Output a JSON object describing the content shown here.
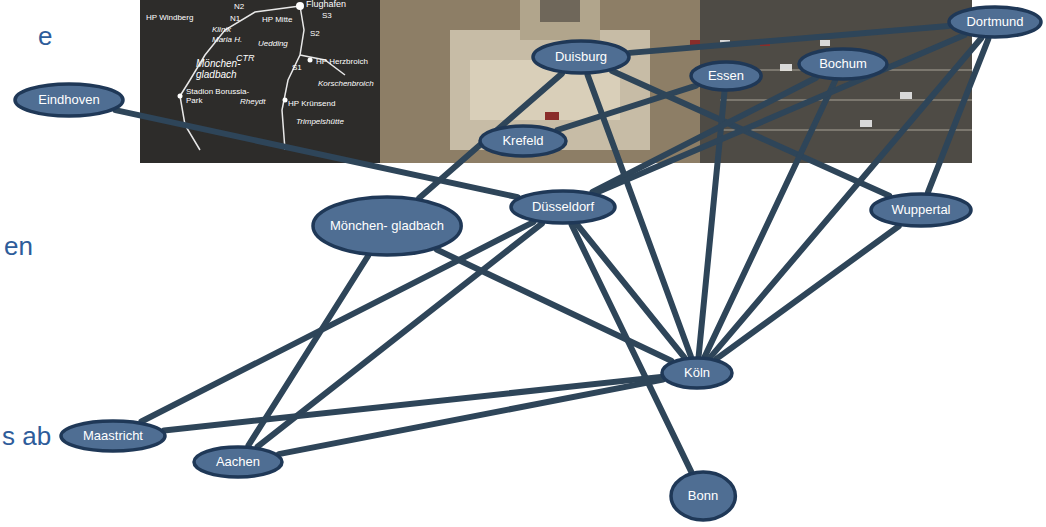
{
  "diagram": {
    "nodes": [
      {
        "text": [
          "Eindhoven"
        ]
      },
      {
        "text": [
          "Duisburg"
        ]
      },
      {
        "text": [
          "Dortmund"
        ]
      },
      {
        "text": [
          "Essen"
        ]
      },
      {
        "text": [
          "Bochum"
        ]
      },
      {
        "text": [
          "Krefeld"
        ]
      },
      {
        "text": [
          "Mönchen- gladbach"
        ]
      },
      {
        "text": [
          "Düsseldorf"
        ]
      },
      {
        "text": [
          "Wuppertal"
        ]
      },
      {
        "text": [
          "Köln"
        ]
      },
      {
        "text": [
          "Maastricht"
        ]
      },
      {
        "text": [
          "Aachen"
        ]
      },
      {
        "text": [
          "Bonn"
        ]
      }
    ],
    "edges": [
      {
        "from": 0,
        "to": 7,
        "arrow": "none"
      },
      {
        "from": 1,
        "to": 2,
        "arrow": "none"
      },
      {
        "from": 1,
        "to": 6,
        "arrow": "none"
      },
      {
        "from": 1,
        "to": 9,
        "arrow": "none"
      },
      {
        "from": 1,
        "to": 8,
        "arrow": "none"
      },
      {
        "from": 5,
        "to": 3,
        "arrow": "none"
      },
      {
        "from": 3,
        "to": 9,
        "arrow": "none"
      },
      {
        "from": 4,
        "to": 7,
        "arrow": "none"
      },
      {
        "from": 4,
        "to": 9,
        "arrow": "none"
      },
      {
        "from": 2,
        "to": 7,
        "arrow": "none"
      },
      {
        "from": 2,
        "to": 9,
        "arrow": "none"
      },
      {
        "from": 2,
        "to": 8,
        "arrow": "none"
      },
      {
        "from": 8,
        "to": 9,
        "arrow": "none"
      },
      {
        "from": 7,
        "to": 9,
        "arrow": "none"
      },
      {
        "from": 7,
        "to": 12,
        "arrow": "none"
      },
      {
        "from": 7,
        "to": 11,
        "arrow": "none"
      },
      {
        "from": 7,
        "to": 10,
        "arrow": "none"
      },
      {
        "from": 6,
        "to": 9,
        "arrow": "none"
      },
      {
        "from": 6,
        "to": 11,
        "arrow": "none"
      },
      {
        "from": 10,
        "to": 9,
        "arrow": "none"
      },
      {
        "from": 11,
        "to": 9,
        "arrow": "none"
      }
    ],
    "labels": [
      "e",
      "en",
      "s ab",
      "Flughafen",
      "HP Windberg",
      "Klinik",
      "Maria H.",
      "N1",
      "N2",
      "HP Mitte",
      "S3",
      "S2",
      "Uedding",
      "CTR",
      "Mönchen- gladbach",
      "S1",
      "HP Herzbroich",
      "Korschenbroich",
      "Stadion Borussia-Park",
      "Rheydt",
      "HP Krünsend",
      "Trimpelshütte"
    ]
  }
}
